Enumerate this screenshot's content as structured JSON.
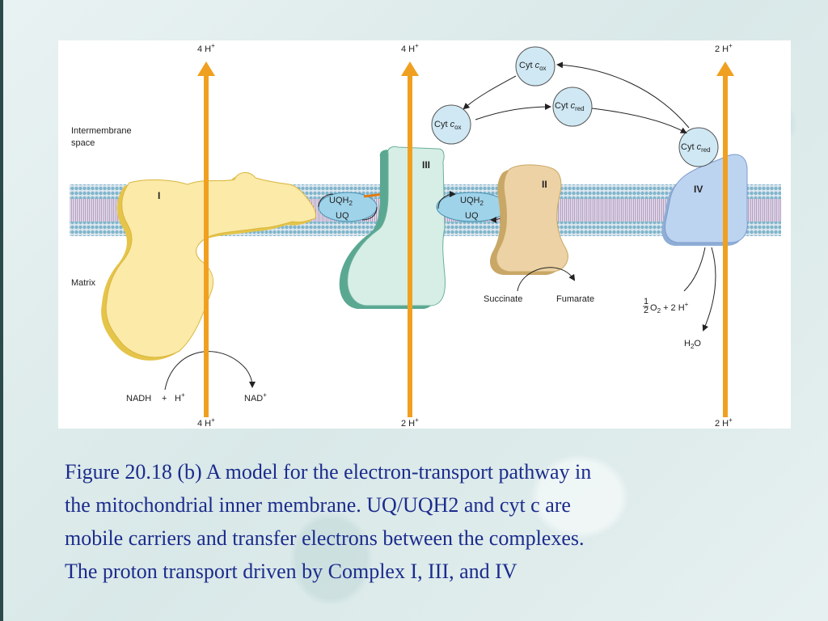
{
  "diagram": {
    "region_labels": {
      "intermembrane_line1": "Intermembrane",
      "intermembrane_line2": "space",
      "matrix": "Matrix"
    },
    "complexes": {
      "I": "I",
      "II": "II",
      "III": "III",
      "IV": "IV"
    },
    "protons": {
      "c1_top": "4 H",
      "c1_bottom": "4 H",
      "c3_top": "4 H",
      "c3_bottom": "2 H",
      "c4_top": "2 H",
      "c4_bottom": "2 H",
      "charge": "+"
    },
    "carriers": {
      "uqh2_left": "UQH",
      "uq_left": "UQ",
      "uqh2_right": "UQH",
      "uq_right": "UQ",
      "sub2": "2",
      "cyt_c_prefix": "Cyt ",
      "cyt_c_letter": "c",
      "ox": "ox",
      "red": "red"
    },
    "substrates": {
      "nadh": "NADH",
      "plus": "+",
      "h": "H",
      "nad": "NAD",
      "succinate": "Succinate",
      "fumarate": "Fumarate",
      "half_num": "1",
      "half_den": "2",
      "o2": "O",
      "o2_sub": "2",
      "plus_2h": " + 2 H",
      "h2o_h": "H",
      "h2o_sub": "2",
      "h2o_o": "O"
    },
    "colors": {
      "proton_arrow": "#f0a020",
      "complex_I": "#fbeaa8",
      "complex_I_edge": "#e5c44a",
      "complex_II": "#ecd2a4",
      "complex_II_edge": "#c9a766",
      "complex_III": "#d6eee6",
      "complex_III_edge": "#5aa892",
      "complex_IV": "#bcd4f0",
      "cyt_c": "#cfe8f4",
      "membrane_heads": "#7fb6cc",
      "membrane_tails": "#a890b8"
    }
  },
  "caption": {
    "line1": "Figure 20.18 (b)  A model for the electron-transport pathway in",
    "line2": "the mitochondrial inner membrane.  UQ/UQH2 and cyt c are",
    "line3": "mobile carriers and transfer electrons between the complexes.",
    "line4": "The proton transport driven by Complex I, III, and IV"
  }
}
